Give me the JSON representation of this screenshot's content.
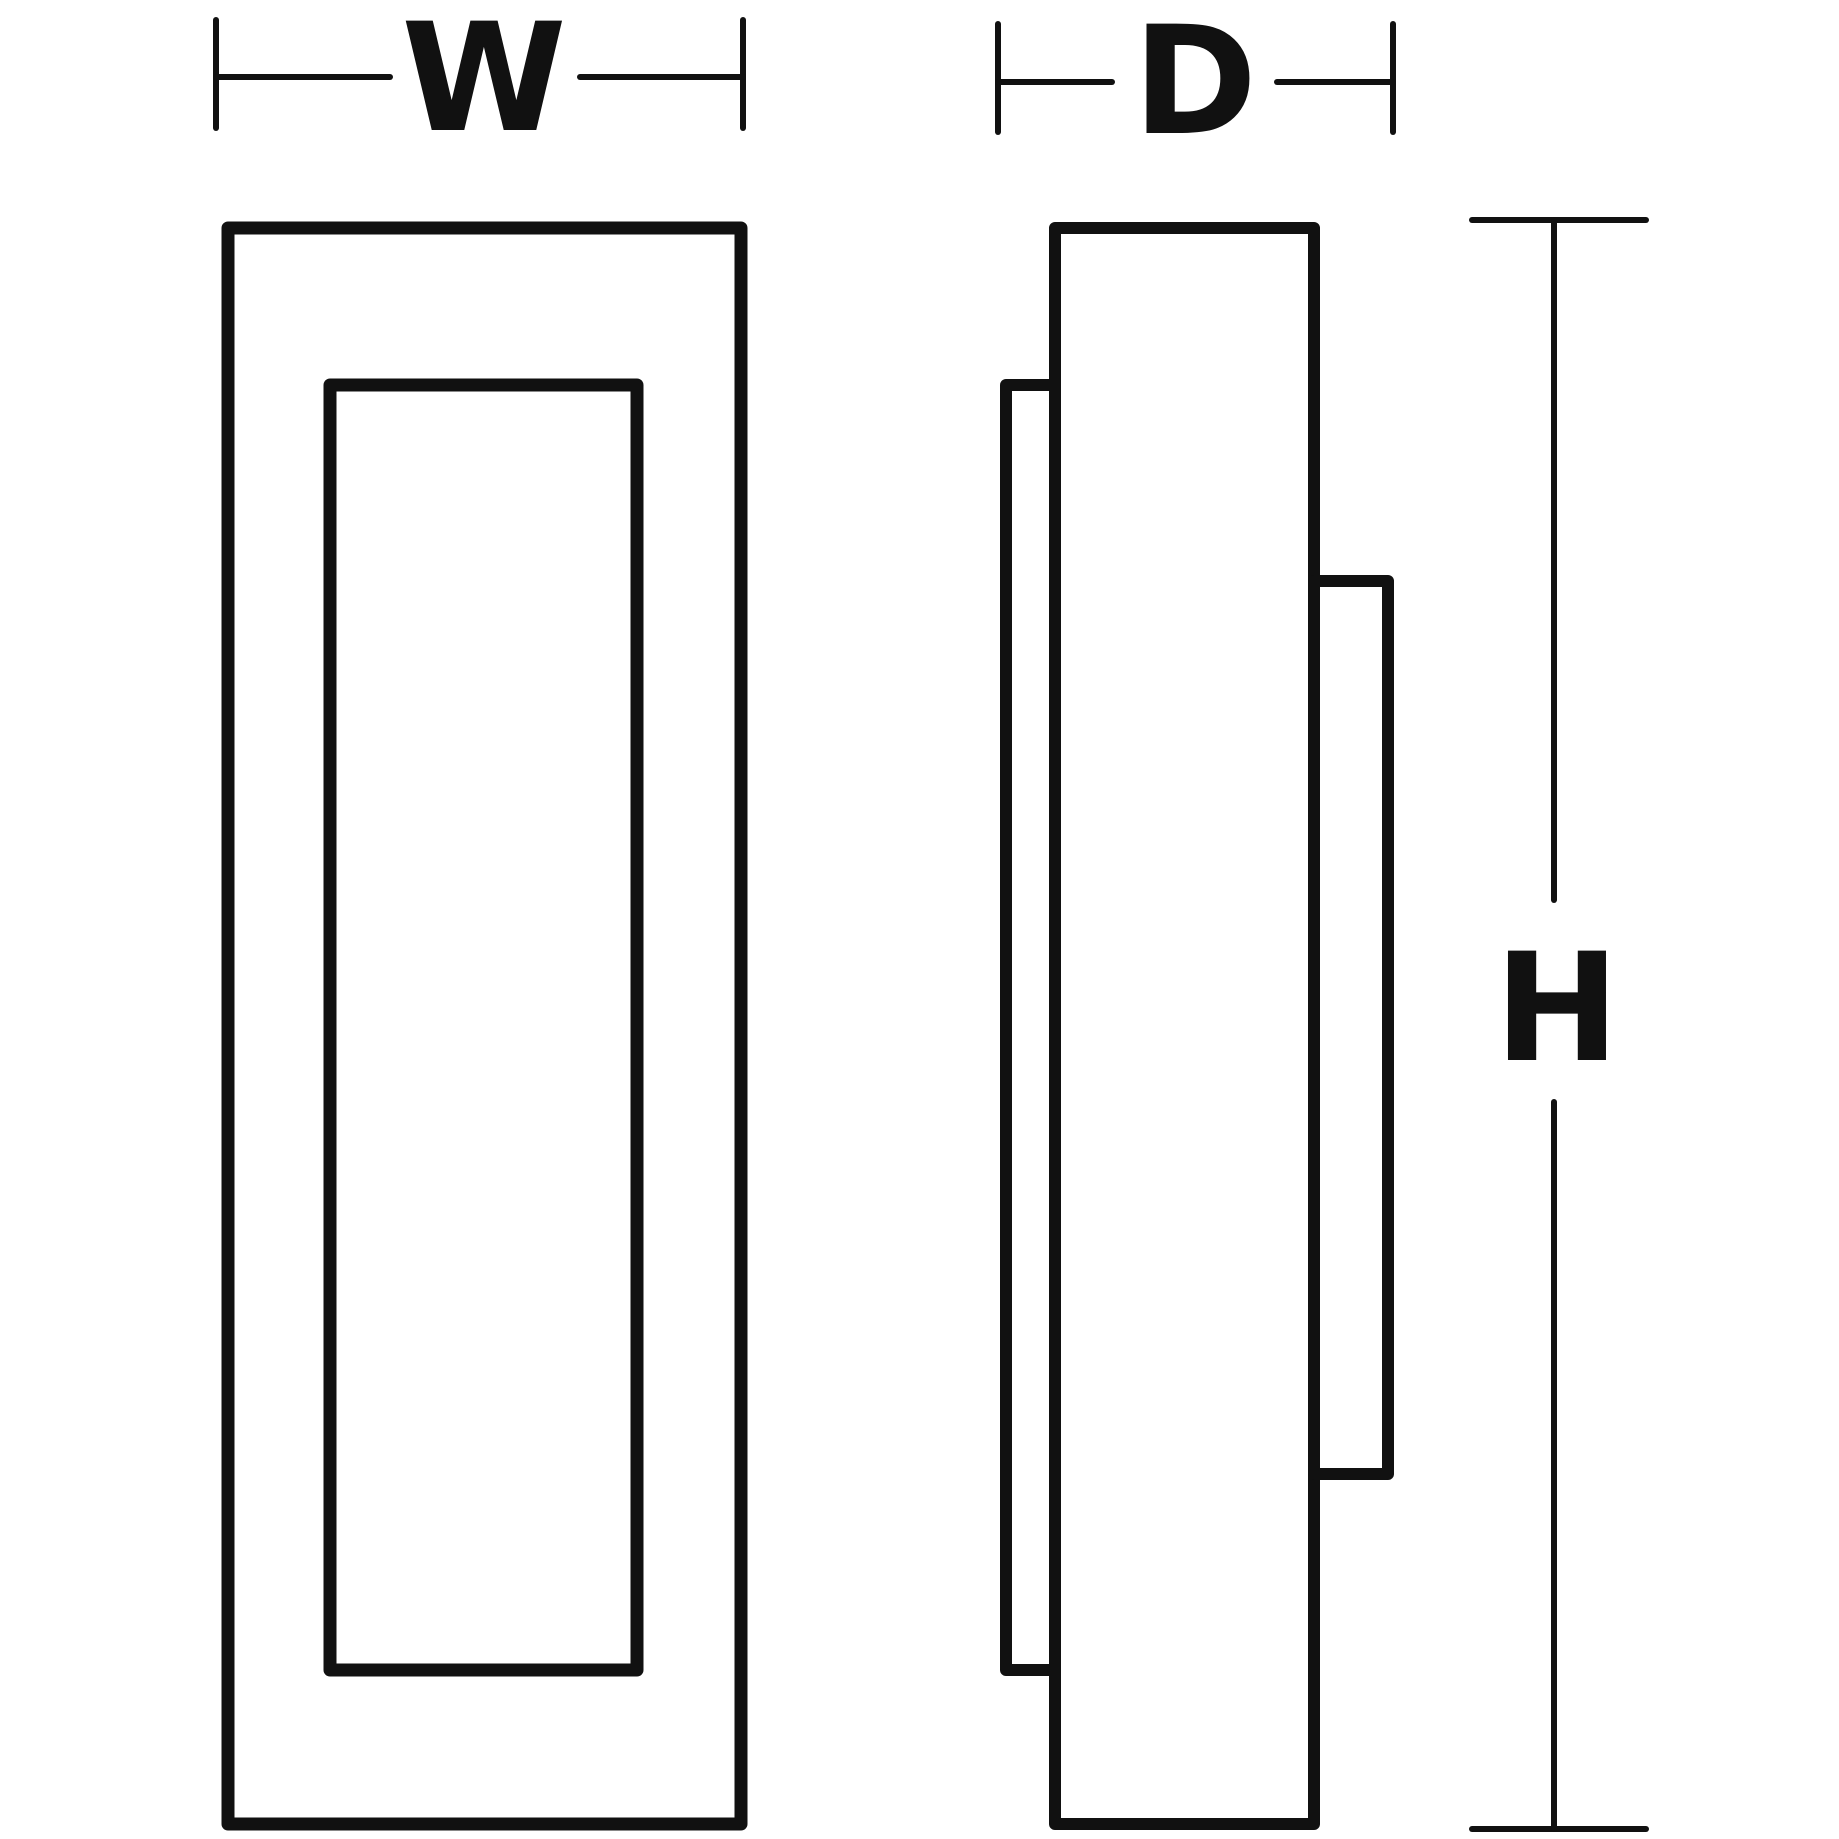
{
  "colors": {
    "stroke": "#111111",
    "background": "#ffffff"
  },
  "dimensions": {
    "width_label": "W",
    "depth_label": "D",
    "height_label": "H"
  }
}
